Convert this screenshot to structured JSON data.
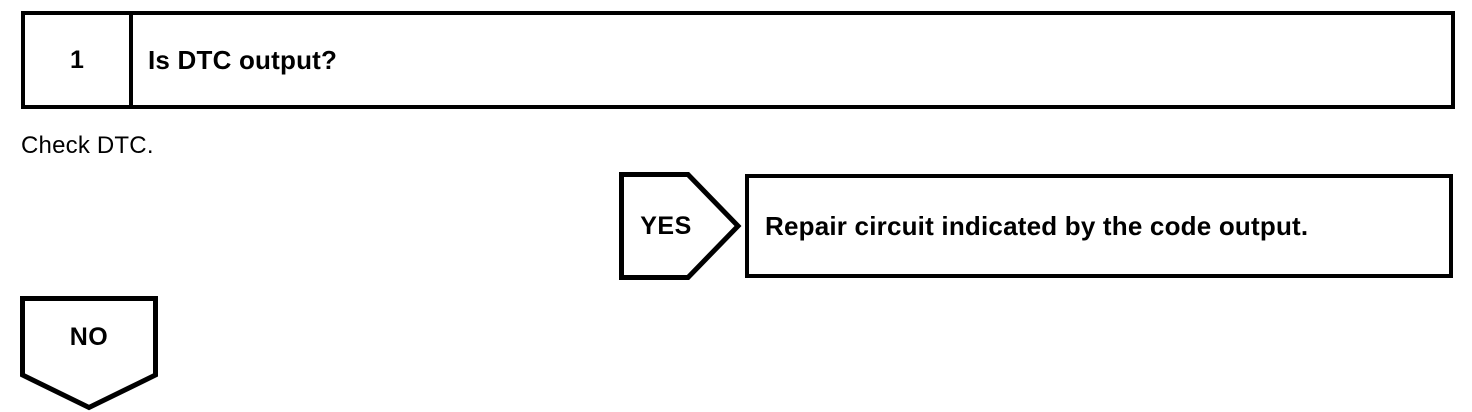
{
  "diagram": {
    "type": "troubleshooting-flowchart",
    "colors": {
      "background": "#ffffff",
      "stroke": "#000000",
      "text": "#000000"
    },
    "step": {
      "number": "1",
      "question": "Is DTC output?",
      "instruction": "Check DTC."
    },
    "branches": [
      {
        "label": "YES",
        "direction": "right",
        "result": "Repair circuit indicated by the code output."
      },
      {
        "label": "NO",
        "direction": "down",
        "result": ""
      }
    ]
  }
}
